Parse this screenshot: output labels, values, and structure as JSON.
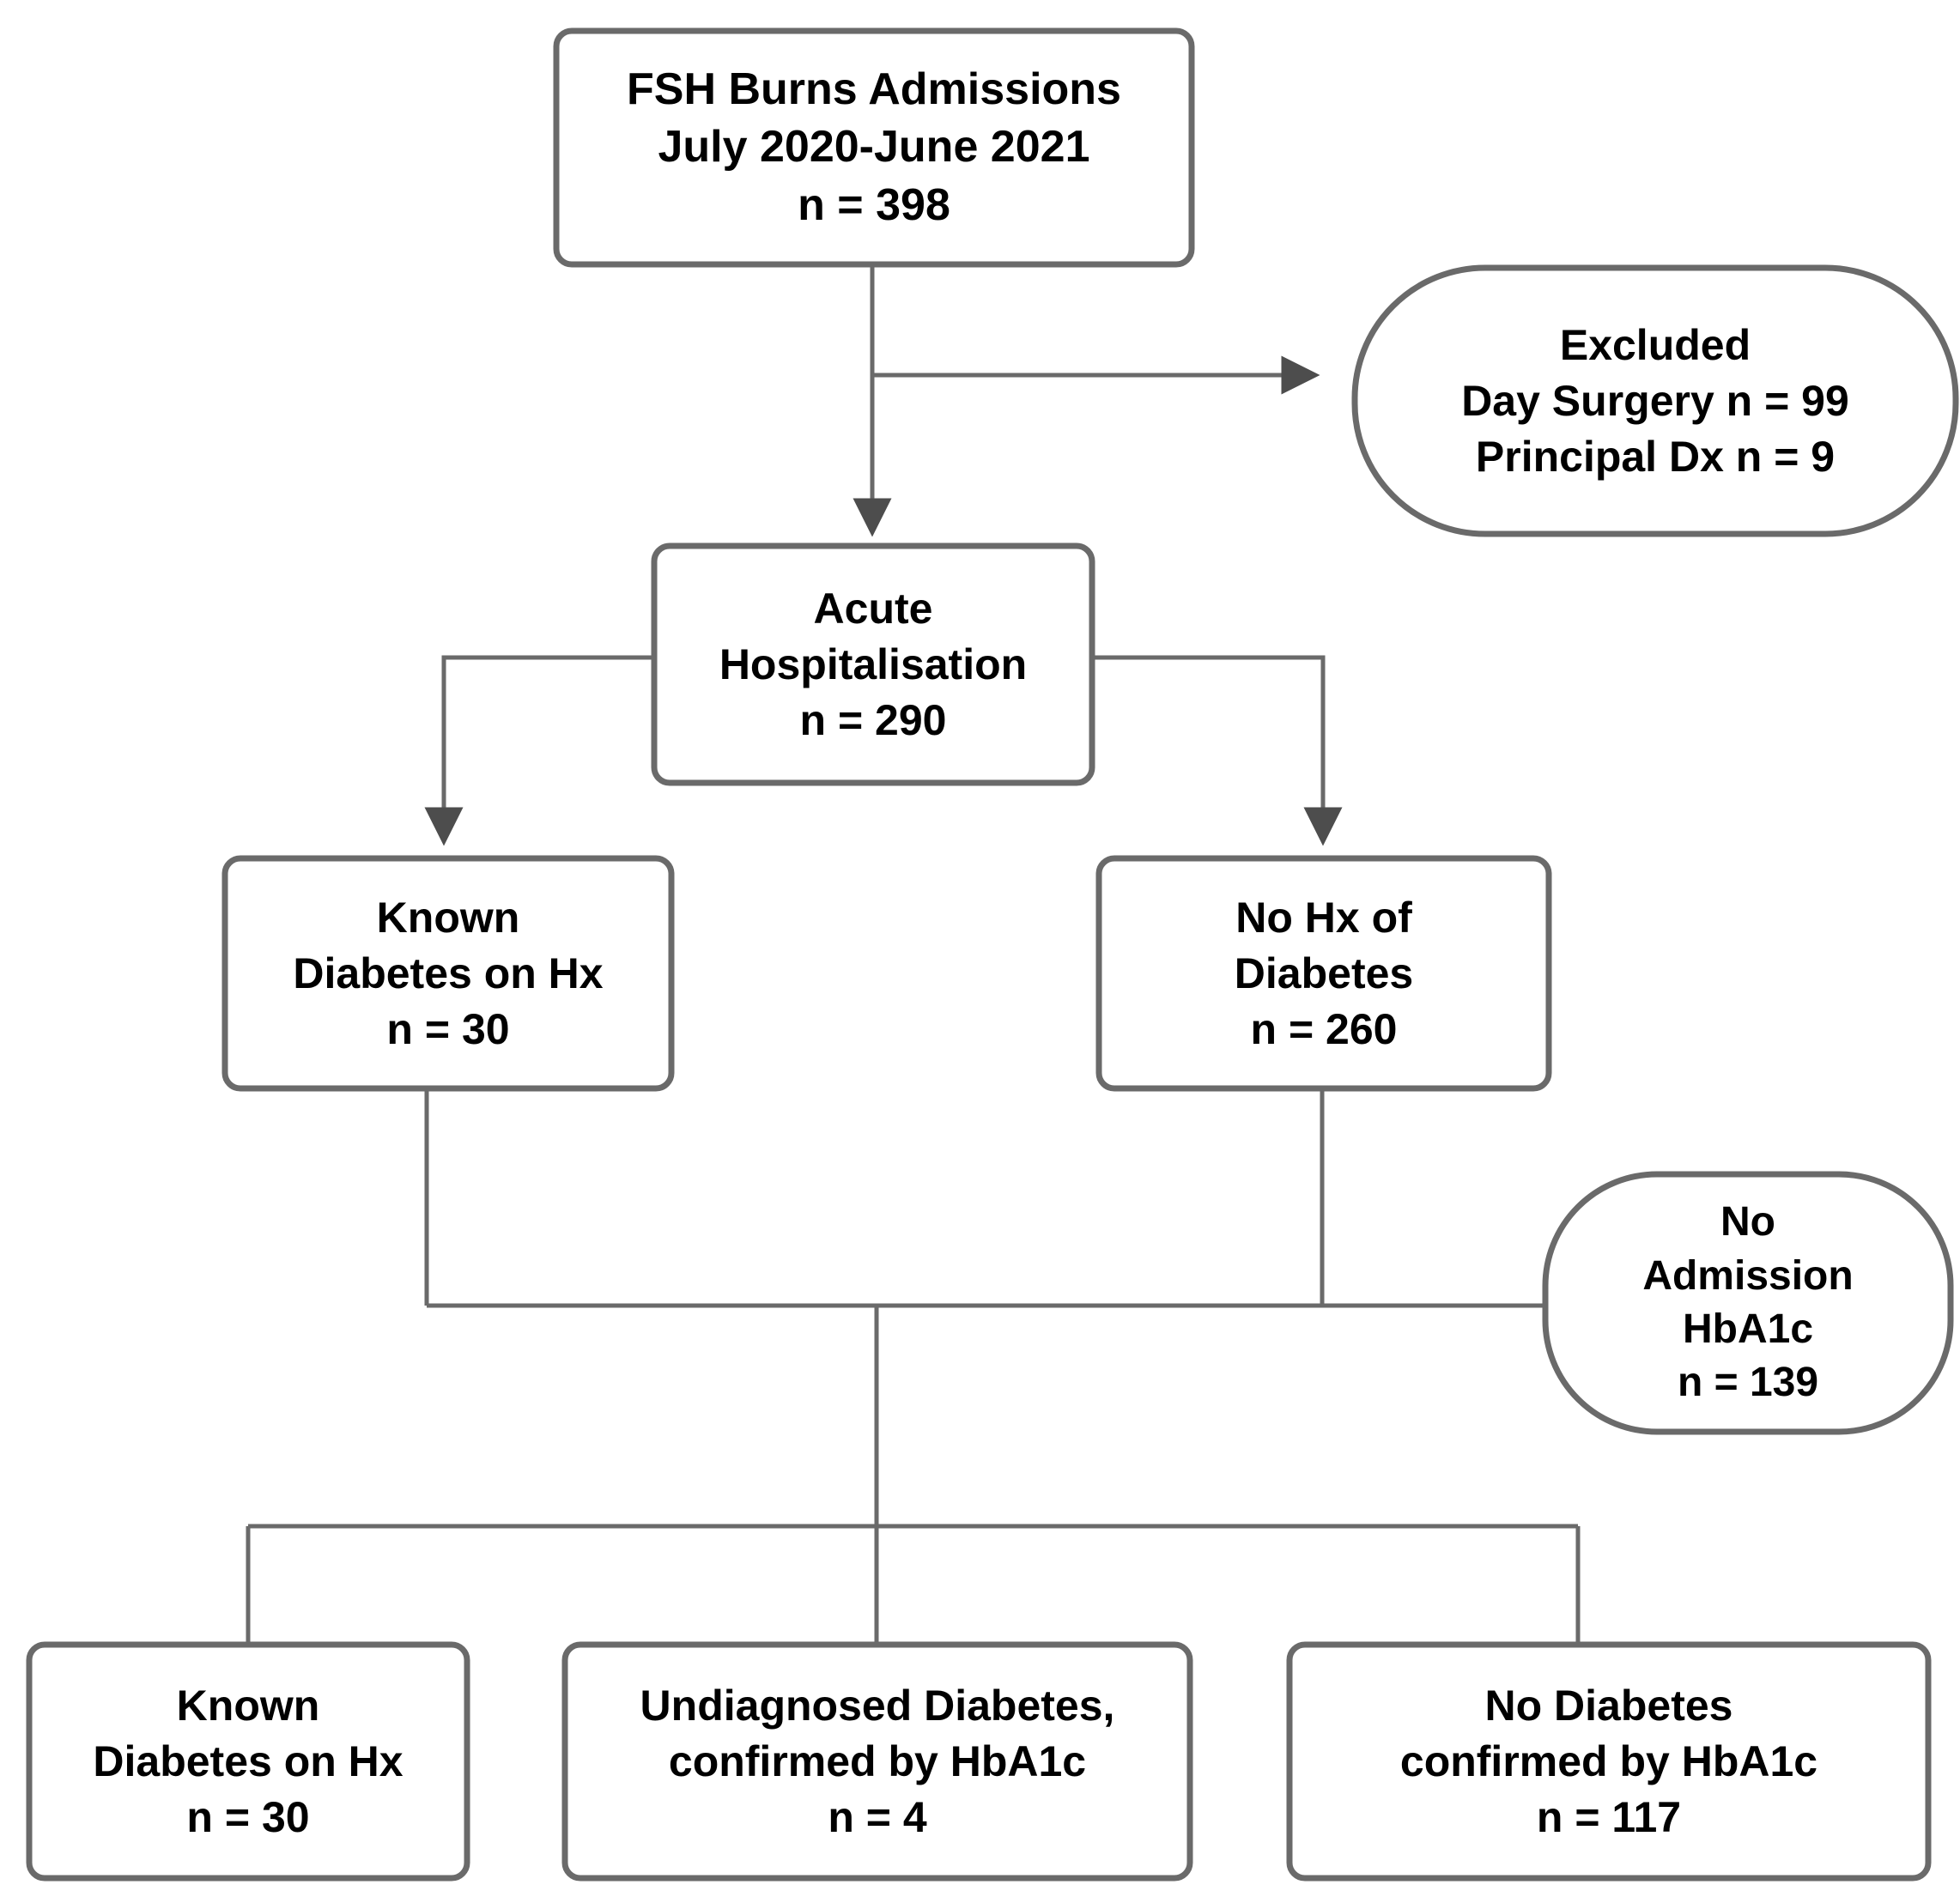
{
  "figure": {
    "type": "flowchart",
    "orientation": "top-down",
    "style": {
      "box_stroke": "#4d4d4d",
      "connector_stroke": "#4d4d4d",
      "text_color": "#000000",
      "background": "#ffffff"
    }
  },
  "nodes": [
    {
      "id": "admissions",
      "shape": "rounded-rectangle",
      "level": 1,
      "lines": [
        "FSH Burns Admissions",
        "July 2020-June 2021",
        "n = 398"
      ],
      "count_label": "n = 398",
      "count": 398
    },
    {
      "id": "excluded",
      "shape": "stadium",
      "level": 1,
      "lines": [
        "Excluded",
        "Day Surgery n = 99",
        "Principal Dx n = 9"
      ],
      "items": [
        {
          "label": "Day Surgery",
          "count_label": "n = 99",
          "count": 99
        },
        {
          "label": "Principal Dx",
          "count_label": "n = 9",
          "count": 9
        }
      ]
    },
    {
      "id": "acute-hospitalisation",
      "shape": "rounded-rectangle",
      "level": 2,
      "lines": [
        "Acute",
        "Hospitalisation",
        "n = 290"
      ],
      "count_label": "n = 290",
      "count": 290
    },
    {
      "id": "known-diabetes-hx",
      "shape": "rounded-rectangle",
      "level": 3,
      "lines": [
        "Known",
        "Diabetes on Hx",
        "n = 30"
      ],
      "count_label": "n = 30",
      "count": 30
    },
    {
      "id": "no-hx-diabetes",
      "shape": "rounded-rectangle",
      "level": 3,
      "lines": [
        "No Hx of",
        "Diabetes",
        "n = 260"
      ],
      "count_label": "n = 260",
      "count": 260
    },
    {
      "id": "no-admission-hba1c",
      "shape": "stadium",
      "level": 4,
      "lines": [
        "No",
        "Admission",
        "HbA1c",
        "n = 139"
      ],
      "count_label": "n = 139",
      "count": 139
    },
    {
      "id": "known-diabetes-hx-final",
      "shape": "rounded-rectangle",
      "level": 5,
      "lines": [
        "Known",
        "Diabetes on Hx",
        "n = 30"
      ],
      "count_label": "n = 30",
      "count": 30
    },
    {
      "id": "undiagnosed-diabetes",
      "shape": "rounded-rectangle",
      "level": 5,
      "lines": [
        "Undiagnosed Diabetes,",
        "confirmed by HbA1c",
        "n = 4"
      ],
      "count_label": "n = 4",
      "count": 4
    },
    {
      "id": "no-diabetes",
      "shape": "rounded-rectangle",
      "level": 5,
      "lines": [
        "No Diabetes",
        "confirmed by HbA1c",
        "n = 117"
      ],
      "count_label": "n = 117",
      "count": 117
    }
  ],
  "edges": [
    {
      "from": "admissions",
      "to": "acute-hospitalisation",
      "arrow": true
    },
    {
      "from": "admissions",
      "to": "excluded",
      "arrow": true
    },
    {
      "from": "acute-hospitalisation",
      "to": "known-diabetes-hx",
      "arrow": true
    },
    {
      "from": "acute-hospitalisation",
      "to": "no-hx-diabetes",
      "arrow": true
    },
    {
      "from": "known-diabetes-hx",
      "to": "junction-1",
      "arrow": false
    },
    {
      "from": "no-hx-diabetes",
      "to": "junction-1",
      "arrow": false
    },
    {
      "from": "junction-1",
      "to": "no-admission-hba1c",
      "arrow": false
    },
    {
      "from": "junction-1",
      "to": "junction-2",
      "arrow": false
    },
    {
      "from": "junction-2",
      "to": "known-diabetes-hx-final",
      "arrow": false
    },
    {
      "from": "junction-2",
      "to": "undiagnosed-diabetes",
      "arrow": false
    },
    {
      "from": "junction-2",
      "to": "no-diabetes",
      "arrow": false
    }
  ],
  "text": {
    "admissions": {
      "l1": "FSH Burns Admissions",
      "l2": "July 2020-June 2021",
      "l3": "n = 398"
    },
    "excluded": {
      "l1": "Excluded",
      "l2": "Day Surgery n = 99",
      "l3": "Principal Dx n = 9"
    },
    "acute": {
      "l1": "Acute",
      "l2": "Hospitalisation",
      "l3": "n = 290"
    },
    "known_hx": {
      "l1": "Known",
      "l2": "Diabetes on Hx",
      "l3": "n = 30"
    },
    "no_hx": {
      "l1": "No Hx of",
      "l2": "Diabetes",
      "l3": "n = 260"
    },
    "no_admission": {
      "l1": "No",
      "l2": "Admission",
      "l3": "HbA1c",
      "l4": "n = 139"
    },
    "known_hx_final": {
      "l1": "Known",
      "l2": "Diabetes on Hx",
      "l3": "n = 30"
    },
    "undiagnosed": {
      "l1": "Undiagnosed Diabetes,",
      "l2": "confirmed by HbA1c",
      "l3": "n = 4"
    },
    "no_diabetes": {
      "l1": "No Diabetes",
      "l2": "confirmed by HbA1c",
      "l3": "n = 117"
    }
  }
}
